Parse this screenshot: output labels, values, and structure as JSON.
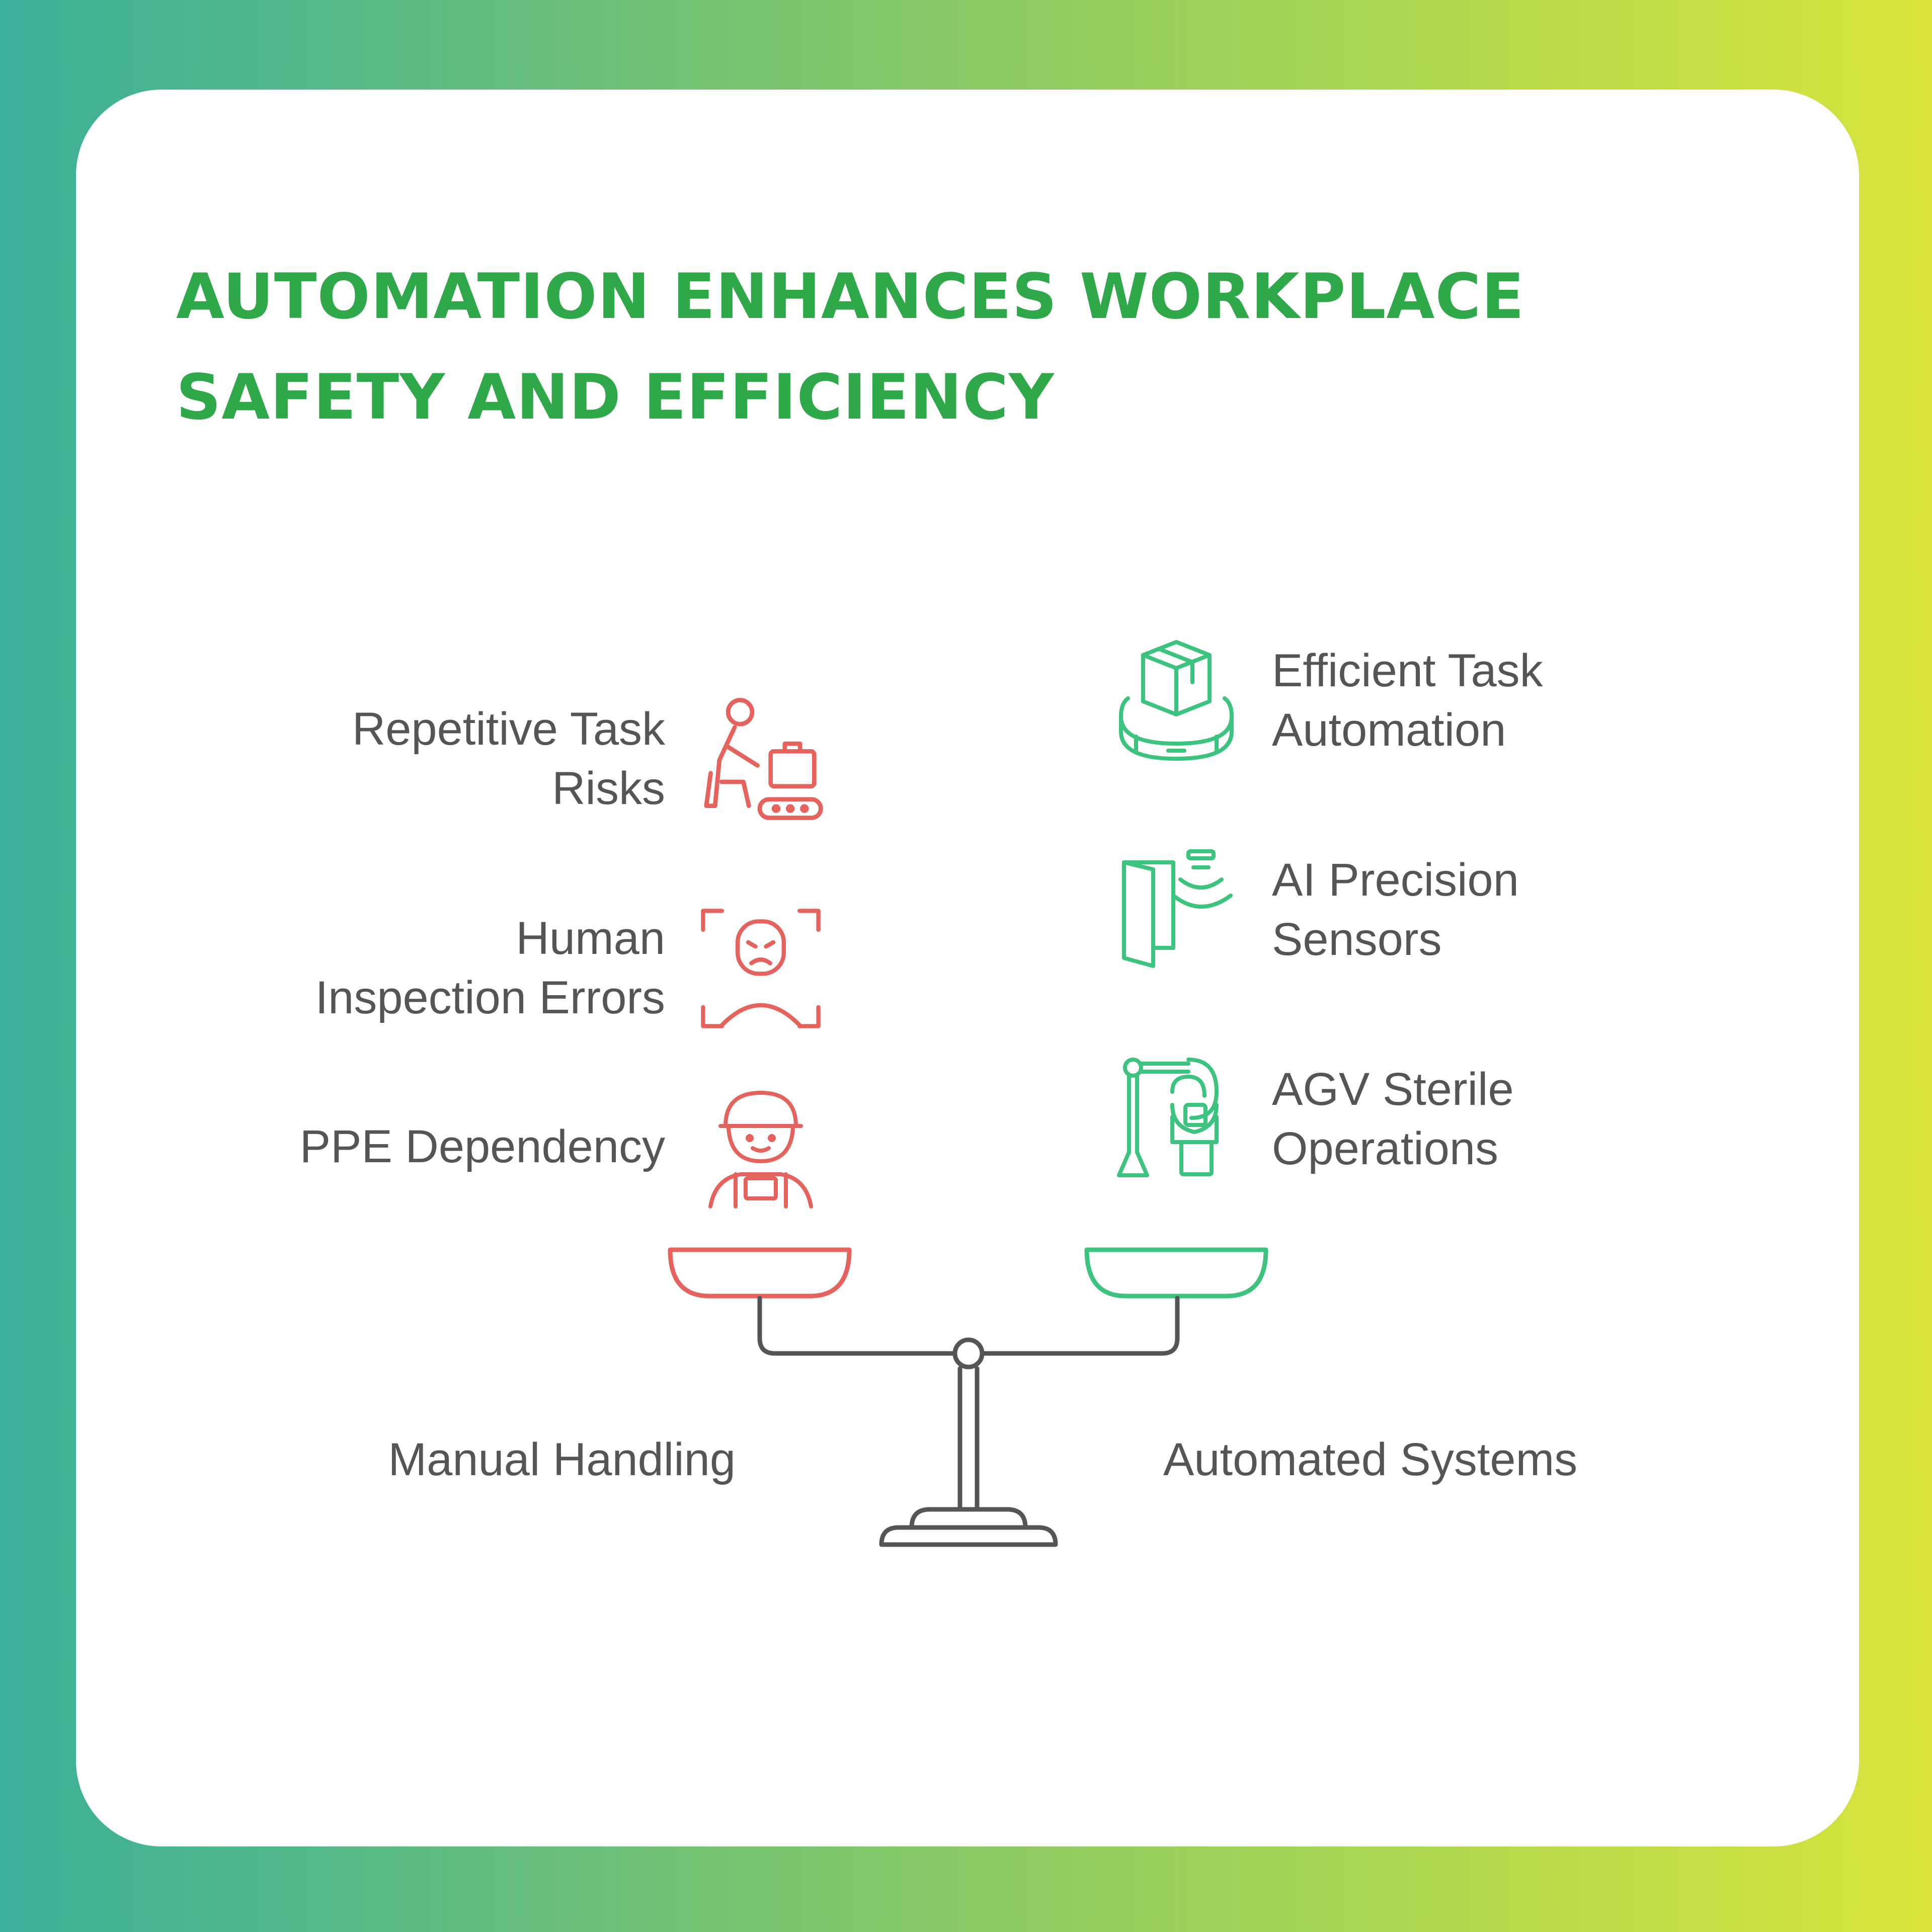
{
  "title": {
    "line1": "AUTOMATION ENHANCES WORKPLACE",
    "line2": "SAFETY AND EFFICIENCY"
  },
  "colors": {
    "title": "#2fa84a",
    "manual": "#e5625d",
    "automated": "#3cc47f",
    "scale": "#555555",
    "text": "#555555"
  },
  "scale": {
    "left_label": "Manual Handling",
    "right_label": "Automated Systems"
  },
  "manual_items": [
    {
      "lines": [
        "Repetitive Task",
        "Risks"
      ],
      "icon": "worker-conveyor-icon"
    },
    {
      "lines": [
        "Human",
        "Inspection Errors"
      ],
      "icon": "frowning-face-scan-icon"
    },
    {
      "lines": [
        "PPE Dependency"
      ],
      "icon": "worker-helmet-icon"
    }
  ],
  "automated_items": [
    {
      "lines": [
        "Efficient Task",
        "Automation"
      ],
      "icon": "robotic-box-platform-icon"
    },
    {
      "lines": [
        "AI Precision",
        "Sensors"
      ],
      "icon": "sensor-door-icon"
    },
    {
      "lines": [
        "AGV Sterile",
        "Operations"
      ],
      "icon": "robotic-arm-icon"
    }
  ]
}
